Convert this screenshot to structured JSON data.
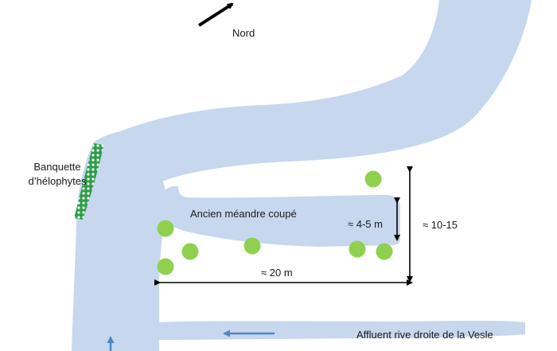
{
  "labels": {
    "north": "Nord",
    "helophytes_line1": "Banquette",
    "helophytes_line2": "d’hélophytes",
    "meander": "Ancien méandre coupé",
    "width_meander": "≈ 4-5 m",
    "width_total": "≈ 10-15",
    "length": "≈ 20 m",
    "tributary": "Affluent rive droite de la Vesle"
  },
  "colors": {
    "water": "#c6d7ee",
    "trees": "#8fd14f",
    "helophytes": "#2e9e48",
    "flow_arrow": "#4f86c8",
    "dimension": "#000000"
  }
}
